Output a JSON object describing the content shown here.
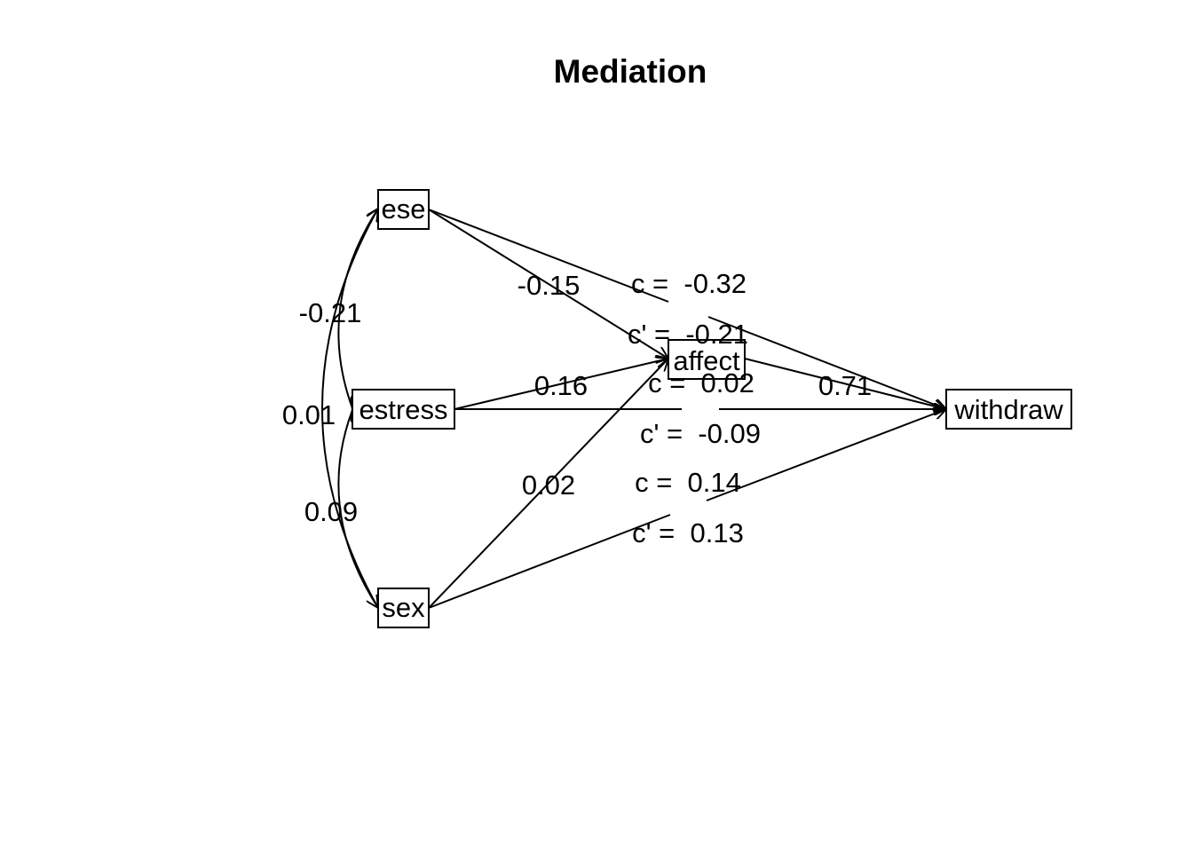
{
  "title": "Mediation",
  "nodes": {
    "ese": "ese",
    "estress": "estress",
    "sex": "sex",
    "affect": "affect",
    "withdraw": "withdraw"
  },
  "correlations": {
    "ese_estress": "-0.21",
    "ese_sex": "0.01",
    "estress_sex": "0.09"
  },
  "paths": {
    "ese_affect": "-0.15",
    "estress_affect": "0.16",
    "sex_affect": "0.02",
    "affect_withdraw": "0.71"
  },
  "direct_effects": {
    "ese": {
      "c": "c =  -0.32",
      "c_prime": "c' =  -0.21"
    },
    "estress": {
      "c": "c =  0.02",
      "c_prime": "c' =  -0.09"
    },
    "sex": {
      "c": "c =  0.14",
      "c_prime": "c' =  0.13"
    }
  }
}
